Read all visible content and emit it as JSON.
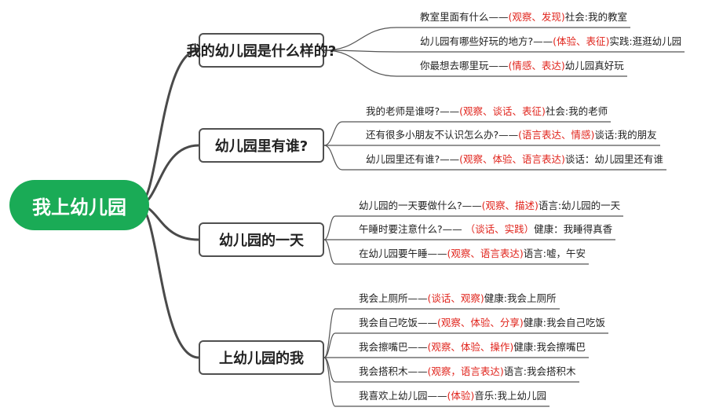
{
  "root": {
    "label": "我上幼儿园"
  },
  "colors": {
    "root_bg": "#1aab56",
    "highlight": "#e0231b",
    "line": "#505050",
    "text": "#222222"
  },
  "branches": [
    {
      "label": "我的幼儿园是什么样的?",
      "leaves": [
        {
          "pre": "教室里面有什么——",
          "hl": "(观察、发现)",
          "post": "社会:我的教室"
        },
        {
          "pre": "幼儿园有哪些好玩的地方?——",
          "hl": "(体验、表征)",
          "post": "实践:逛逛幼儿园"
        },
        {
          "pre": "你最想去哪里玩——",
          "hl": "(情感、表达)",
          "post": "幼儿园真好玩"
        }
      ]
    },
    {
      "label": "幼儿园里有谁?",
      "leaves": [
        {
          "pre": "我的老师是谁呀?——",
          "hl": "(观察、谈话、表征)",
          "post": "社会:我的老师"
        },
        {
          "pre": "还有很多小朋友不认识怎么办?——",
          "hl": "(语言表达、情感)",
          "post": "谈话:我的朋友"
        },
        {
          "pre": "幼儿园里还有谁?——",
          "hl": "(观察、体验、语言表达)",
          "post": "谈话：幼儿园里还有谁"
        }
      ]
    },
    {
      "label": "幼儿园的一天",
      "leaves": [
        {
          "pre": "幼儿园的一天要做什么?——",
          "hl": "(观察、描述)",
          "post": "语言:幼儿园的一天"
        },
        {
          "pre": "午睡时要注意什么?—— ",
          "hl": "（谈话、实践）",
          "post": "健康：我睡得真香"
        },
        {
          "pre": "在幼儿园要午睡——",
          "hl": "(观察、语言表达)",
          "post": "语言:嘘，午安"
        }
      ]
    },
    {
      "label": "上幼儿园的我",
      "leaves": [
        {
          "pre": "我会上厕所——",
          "hl": "(谈话、观察)",
          "post": "健康:我会上厕所"
        },
        {
          "pre": "我会自己吃饭——",
          "hl": "(观察、体验、分享)",
          "post": "健康:我会自己吃饭"
        },
        {
          "pre": "我会擦嘴巴——",
          "hl": "(观察、体验、操作)",
          "post": "健康:我会擦嘴巴"
        },
        {
          "pre": "我会搭积木——",
          "hl": "(观察，语言表达)",
          "post": "语言:我会搭积木"
        },
        {
          "pre": "我喜欢上幼儿园——",
          "hl": "(体验)",
          "post": "音乐:我上幼儿园"
        }
      ]
    }
  ]
}
